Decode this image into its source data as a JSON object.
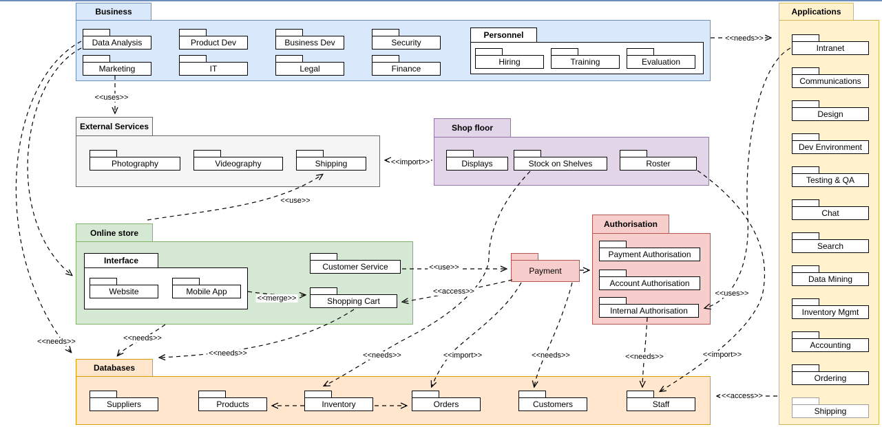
{
  "colors": {
    "business": {
      "fill": "#dae8fc",
      "stroke": "#6c8ebf"
    },
    "external": {
      "fill": "#f5f5f5",
      "stroke": "#666666"
    },
    "shop": {
      "fill": "#e1d5e7",
      "stroke": "#9673a6"
    },
    "online": {
      "fill": "#d5e8d4",
      "stroke": "#82b366"
    },
    "payment": {
      "fill": "#f8cecc",
      "stroke": "#b85450"
    },
    "databases": {
      "fill": "#ffe6cc",
      "stroke": "#d79b00"
    },
    "applications": {
      "fill": "#fff2cc",
      "stroke": "#d6b656"
    }
  },
  "packages": {
    "business": {
      "title": "Business",
      "items": [
        "Data Analysis",
        "Product Dev",
        "Business Dev",
        "Security",
        "Marketing",
        "IT",
        "Legal",
        "Finance"
      ],
      "personnel": {
        "title": "Personnel",
        "items": [
          "Hiring",
          "Training",
          "Evaluation"
        ]
      }
    },
    "external_services": {
      "title": "External Services",
      "items": [
        "Photography",
        "Videography",
        "Shipping"
      ]
    },
    "shop_floor": {
      "title": "Shop floor",
      "items": [
        "Displays",
        "Stock on Shelves",
        "Roster"
      ]
    },
    "online_store": {
      "title": "Online store",
      "interface": {
        "title": "Interface",
        "items": [
          "Website",
          "Mobile App"
        ]
      },
      "items": [
        "Customer Service",
        "Shopping Cart"
      ]
    },
    "payment": {
      "title": "Payment"
    },
    "authorisation": {
      "title": "Authorisation",
      "items": [
        "Payment Authorisation",
        "Account Authorisation",
        "Internal Authorisation"
      ]
    },
    "databases": {
      "title": "Databases",
      "items": [
        "Suppliers",
        "Products",
        "Inventory",
        "Orders",
        "Customers",
        "Staff"
      ]
    },
    "applications": {
      "title": "Applications",
      "items": [
        "Intranet",
        "Communications",
        "Design",
        "Dev Environment",
        "Testing & QA",
        "Chat",
        "Search",
        "Data Mining",
        "Inventory Mgmt",
        "Accounting",
        "Ordering",
        "Shipping"
      ]
    }
  },
  "edges": {
    "uses_business_external": "<<uses>>",
    "needs_business_apps": "<<needs>>",
    "import_shopfloor_external": "<<import>>",
    "use_onlinestore_shipping": "<<use>>",
    "merge_interface_cart": "<<merge>>",
    "use_customerservice_payment": "<<use>>",
    "access_payment_cart": "<<access>>",
    "needs_cart_databases": "<<needs>>",
    "needs_onlinestore_databases": "<<needs>>",
    "needs_dataanalysis_databases": "<<needs>>",
    "uses_intranet_internalauth": "<<uses>>",
    "import_roster_staff": "<<import>>",
    "needs_internalauth_staff": "<<needs>>",
    "import_payment_orders": "<<import>>",
    "needs_payment_customers": "<<needs>>",
    "needs_stock_inventory": "<<needs>>",
    "access_apps_databases": "<<access>>"
  }
}
